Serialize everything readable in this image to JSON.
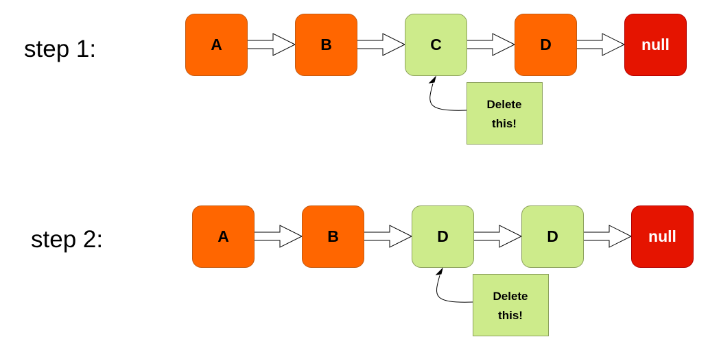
{
  "colors": {
    "orange_fill": "#FF6600",
    "orange_stroke": "#C25A12",
    "green_fill": "#CDEB8B",
    "green_stroke": "#8BA05B",
    "red_fill": "#E51400",
    "red_stroke": "#B20000",
    "arrow_fill": "#FFFFFF",
    "arrow_stroke": "#000000"
  },
  "steps": [
    {
      "label": "step 1:",
      "nodes": [
        {
          "text": "A",
          "color": "orange"
        },
        {
          "text": "B",
          "color": "orange"
        },
        {
          "text": "C",
          "color": "green"
        },
        {
          "text": "D",
          "color": "orange"
        },
        {
          "text": "null",
          "color": "red"
        }
      ],
      "note": {
        "line1": "Delete",
        "line2": "this!"
      }
    },
    {
      "label": "step 2:",
      "nodes": [
        {
          "text": "A",
          "color": "orange"
        },
        {
          "text": "B",
          "color": "orange"
        },
        {
          "text": "D",
          "color": "green"
        },
        {
          "text": "D",
          "color": "green"
        },
        {
          "text": "null",
          "color": "red"
        }
      ],
      "note": {
        "line1": "Delete",
        "line2": "this!"
      }
    }
  ]
}
